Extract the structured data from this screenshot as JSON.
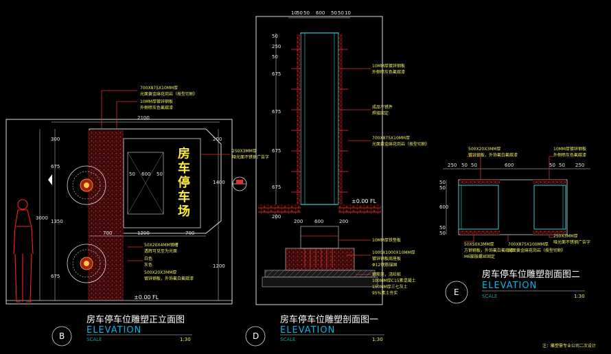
{
  "drawings": {
    "b": {
      "title": "房车停车位雕塑正立面图",
      "elevation": "ELEVATION",
      "scale_label": "SCALE",
      "scale_value": "1:30",
      "marker": "B",
      "sign_chars": [
        "房",
        "车",
        "停",
        "车",
        "场"
      ],
      "fl": "±0.00 FL",
      "dims_top": "2100",
      "dims_left": [
        "300",
        "675",
        "1350",
        "675"
      ],
      "dims_left_total": "3000",
      "dims_right": [
        "200",
        "1400",
        "1200"
      ],
      "dims_mid": [
        "50",
        "600",
        "50"
      ],
      "dims_bottom": [
        "700",
        "1200",
        "700"
      ],
      "notes_top": [
        "700X875X10MM厚",
        "光面黄金麻花岗岩（按型切割）",
        "10MM厚镀锌钢板",
        "外侧喷灰色氟碳漆"
      ],
      "note_right": [
        "250X3MM厚",
        "哑光面不锈钢广告字"
      ],
      "notes_bottom": [
        "50X20X4MM钢槽",
        "透辉可见至为光面",
        "白色",
        "灰色",
        "500X20X3MM厚",
        "镀锌钢板，外饰氟白氟碳漆"
      ]
    },
    "d": {
      "title": "房车停车位雕塑剖面图一",
      "elevation": "ELEVATION",
      "scale_label": "SCALE",
      "scale_value": "1:30",
      "marker": "D",
      "fl": "±0.00 FL",
      "dims_top": [
        "10",
        "50",
        "50",
        "600",
        "50",
        "50",
        "10"
      ],
      "dims_left": [
        "50",
        "250",
        "50",
        "675",
        "675",
        "675",
        "675",
        "200"
      ],
      "dims_bottom": [
        "200",
        "600",
        "200"
      ],
      "notes_right": [
        "10MM厚镀锌钢板",
        "外侧喷灰色氟碳漆",
        "成品不锈件",
        "焊接固定",
        "700X875X10MM厚",
        "光面黄金麻花岗岩（按型切割）",
        "10MM厚铁垫板",
        "1000X1000X10MM厚",
        "镀锌钢板底座板",
        "Φ12钢筋锚固",
        "钢筋笼，浇砼桩",
        "100MM厚C15素混凝土",
        "150MM厚三七灰土",
        "95%素土夯实"
      ]
    },
    "e": {
      "title": "房车停车位雕塑剖面图二",
      "elevation": "ELEVATION",
      "scale_label": "SCALE",
      "scale_value": "1:30",
      "marker": "E",
      "dims_top": [
        "250",
        "50",
        "50",
        "600",
        "50",
        "50",
        "250"
      ],
      "dims_left": [
        "50",
        "50",
        "600",
        "50",
        "50"
      ],
      "notes_top_left": [
        "500X20X3MM厚",
        "镀锌钢板，外饰氟白氟碳漆"
      ],
      "notes_top_right": [
        "10MM厚镀锌钢板",
        "外侧喷灰色氟碳漆"
      ],
      "notes_bottom_left": [
        "50X50X3MM厚",
        "方钢钢板，外饰氟白氟碳漆",
        "M6膨胀螺丝固定"
      ],
      "notes_bottom_mid": [
        "700X875X100MM厚",
        "光面黄金麻花岗岩（按型切割）"
      ],
      "notes_bottom_right": [
        "250X3MM厚",
        "哑光面不锈钢广告字"
      ]
    }
  },
  "footer_note": "注：雕塑需专业公司二次设计"
}
